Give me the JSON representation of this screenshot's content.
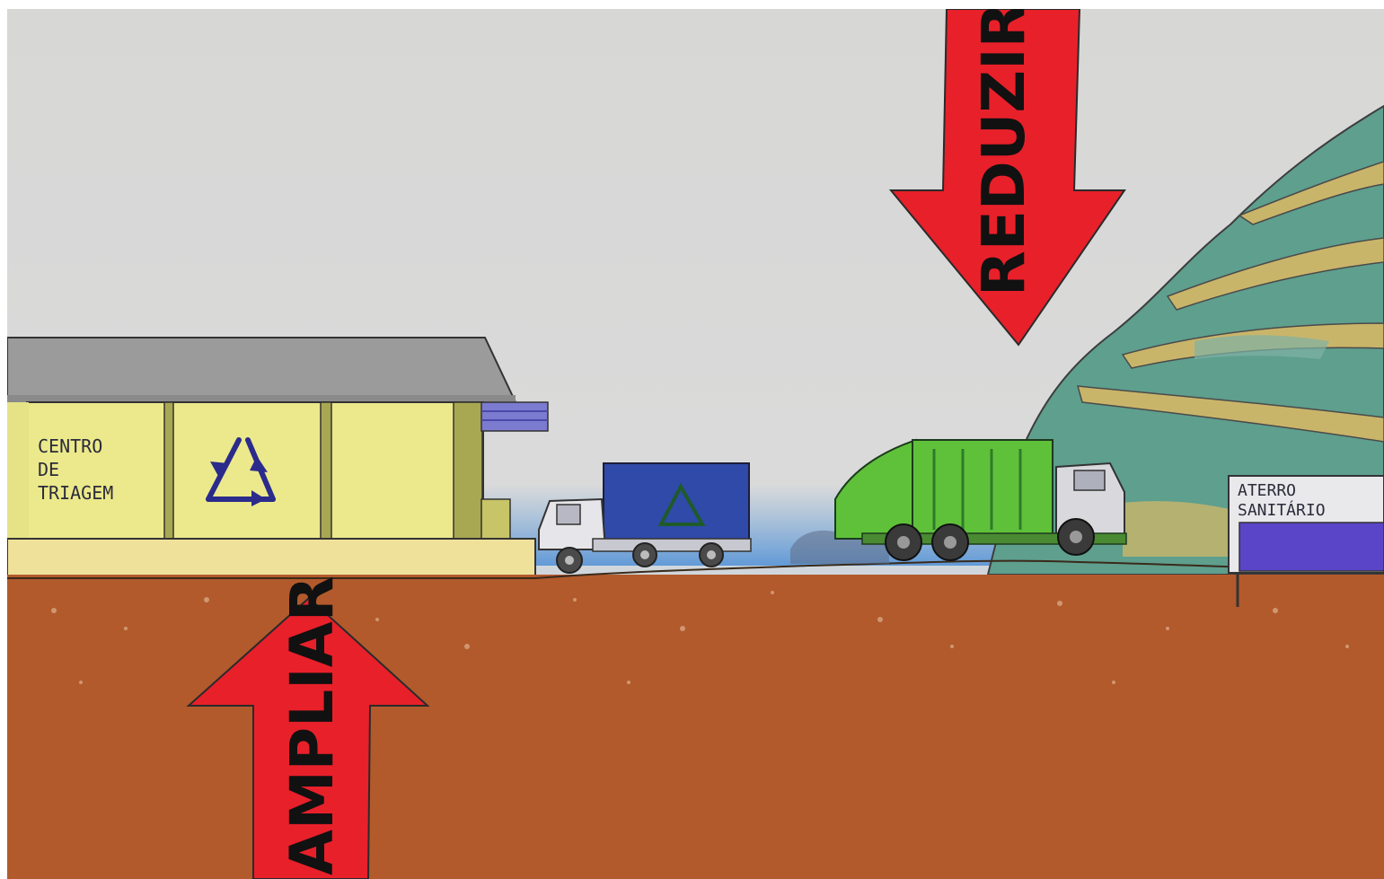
{
  "building": {
    "sign_line1": "CENTRO",
    "sign_line2": "DE",
    "sign_line3": "TRIAGEM",
    "recycle_symbol": "recycle-icon"
  },
  "landfill": {
    "sign_line1": "ATERRO",
    "sign_line2": "SANITÁRIO"
  },
  "arrows": {
    "down_label": "REDUZIR",
    "up_label": "AMPLIAR"
  },
  "colors": {
    "sky": "#d9d9d7",
    "soil": "#b25a2c",
    "arrow_red": "#e8202a",
    "building_wall": "#ece98c",
    "roof": "#9b9b9b",
    "truck_blue": "#2f4aa8",
    "truck_green": "#5fc13a",
    "hill_green": "#5e9f8e",
    "hill_band": "#c9b56a",
    "sign_panel": "#5a45c8"
  }
}
